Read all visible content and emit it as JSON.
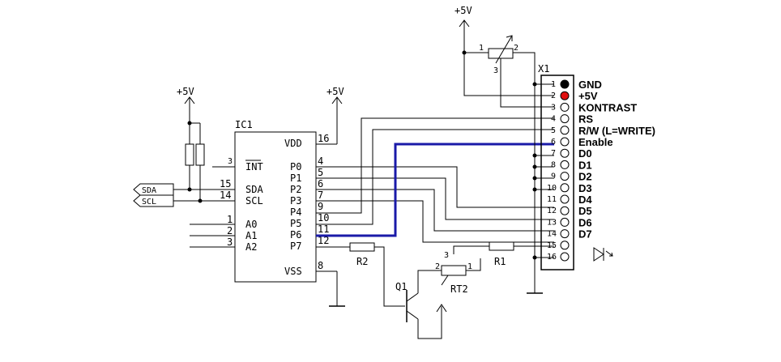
{
  "power": {
    "vcc_label": "+5V"
  },
  "ic1": {
    "name": "IC1",
    "pins_left": [
      {
        "num": "3",
        "label": "INT"
      },
      {
        "num": "15",
        "label": "SDA"
      },
      {
        "num": "14",
        "label": "SCL"
      },
      {
        "num": "1",
        "label": "A0"
      },
      {
        "num": "2",
        "label": "A1"
      },
      {
        "num": "3",
        "label": "A2"
      }
    ],
    "pins_right": [
      {
        "num": "16",
        "label": "VDD"
      },
      {
        "num": "4",
        "label": "P0"
      },
      {
        "num": "5",
        "label": "P1"
      },
      {
        "num": "6",
        "label": "P2"
      },
      {
        "num": "7",
        "label": "P3"
      },
      {
        "num": "9",
        "label": "P4"
      },
      {
        "num": "10",
        "label": "P5"
      },
      {
        "num": "11",
        "label": "P6"
      },
      {
        "num": "12",
        "label": "P7"
      },
      {
        "num": "8",
        "label": "VSS"
      }
    ]
  },
  "bus": {
    "sda": "SDA",
    "scl": "SCL"
  },
  "connector": {
    "name": "X1",
    "pins": [
      {
        "num": "1",
        "label": "GND",
        "fill": "#000000"
      },
      {
        "num": "2",
        "label": "+5V",
        "fill": "#e01010"
      },
      {
        "num": "3",
        "label": "KONTRAST",
        "fill": "#ffffff"
      },
      {
        "num": "4",
        "label": "RS",
        "fill": "#ffffff"
      },
      {
        "num": "5",
        "label": "R/W (L=WRITE)",
        "fill": "#ffffff"
      },
      {
        "num": "6",
        "label": "Enable",
        "fill": "#ffffff"
      },
      {
        "num": "7",
        "label": "D0",
        "fill": "#ffffff"
      },
      {
        "num": "8",
        "label": "D1",
        "fill": "#ffffff"
      },
      {
        "num": "9",
        "label": "D2",
        "fill": "#ffffff"
      },
      {
        "num": "10",
        "label": "D3",
        "fill": "#ffffff"
      },
      {
        "num": "11",
        "label": "D4",
        "fill": "#ffffff"
      },
      {
        "num": "12",
        "label": "D5",
        "fill": "#ffffff"
      },
      {
        "num": "13",
        "label": "D6",
        "fill": "#ffffff"
      },
      {
        "num": "14",
        "label": "D7",
        "fill": "#ffffff"
      },
      {
        "num": "15",
        "label": "",
        "fill": "#ffffff"
      },
      {
        "num": "16",
        "label": "",
        "fill": "#ffffff"
      }
    ]
  },
  "parts": {
    "pot_contrast": {
      "pin1": "1",
      "pin2": "2",
      "pin3": "3"
    },
    "r1": "R1",
    "r2": "R2",
    "rt2": {
      "name": "RT2",
      "pin1": "1",
      "pin2": "2",
      "pin3": "3"
    },
    "q1": "Q1"
  },
  "colors": {
    "enable_wire": "#1a1aa8",
    "pin2_fill": "#e01010",
    "pin1_fill": "#000000"
  }
}
